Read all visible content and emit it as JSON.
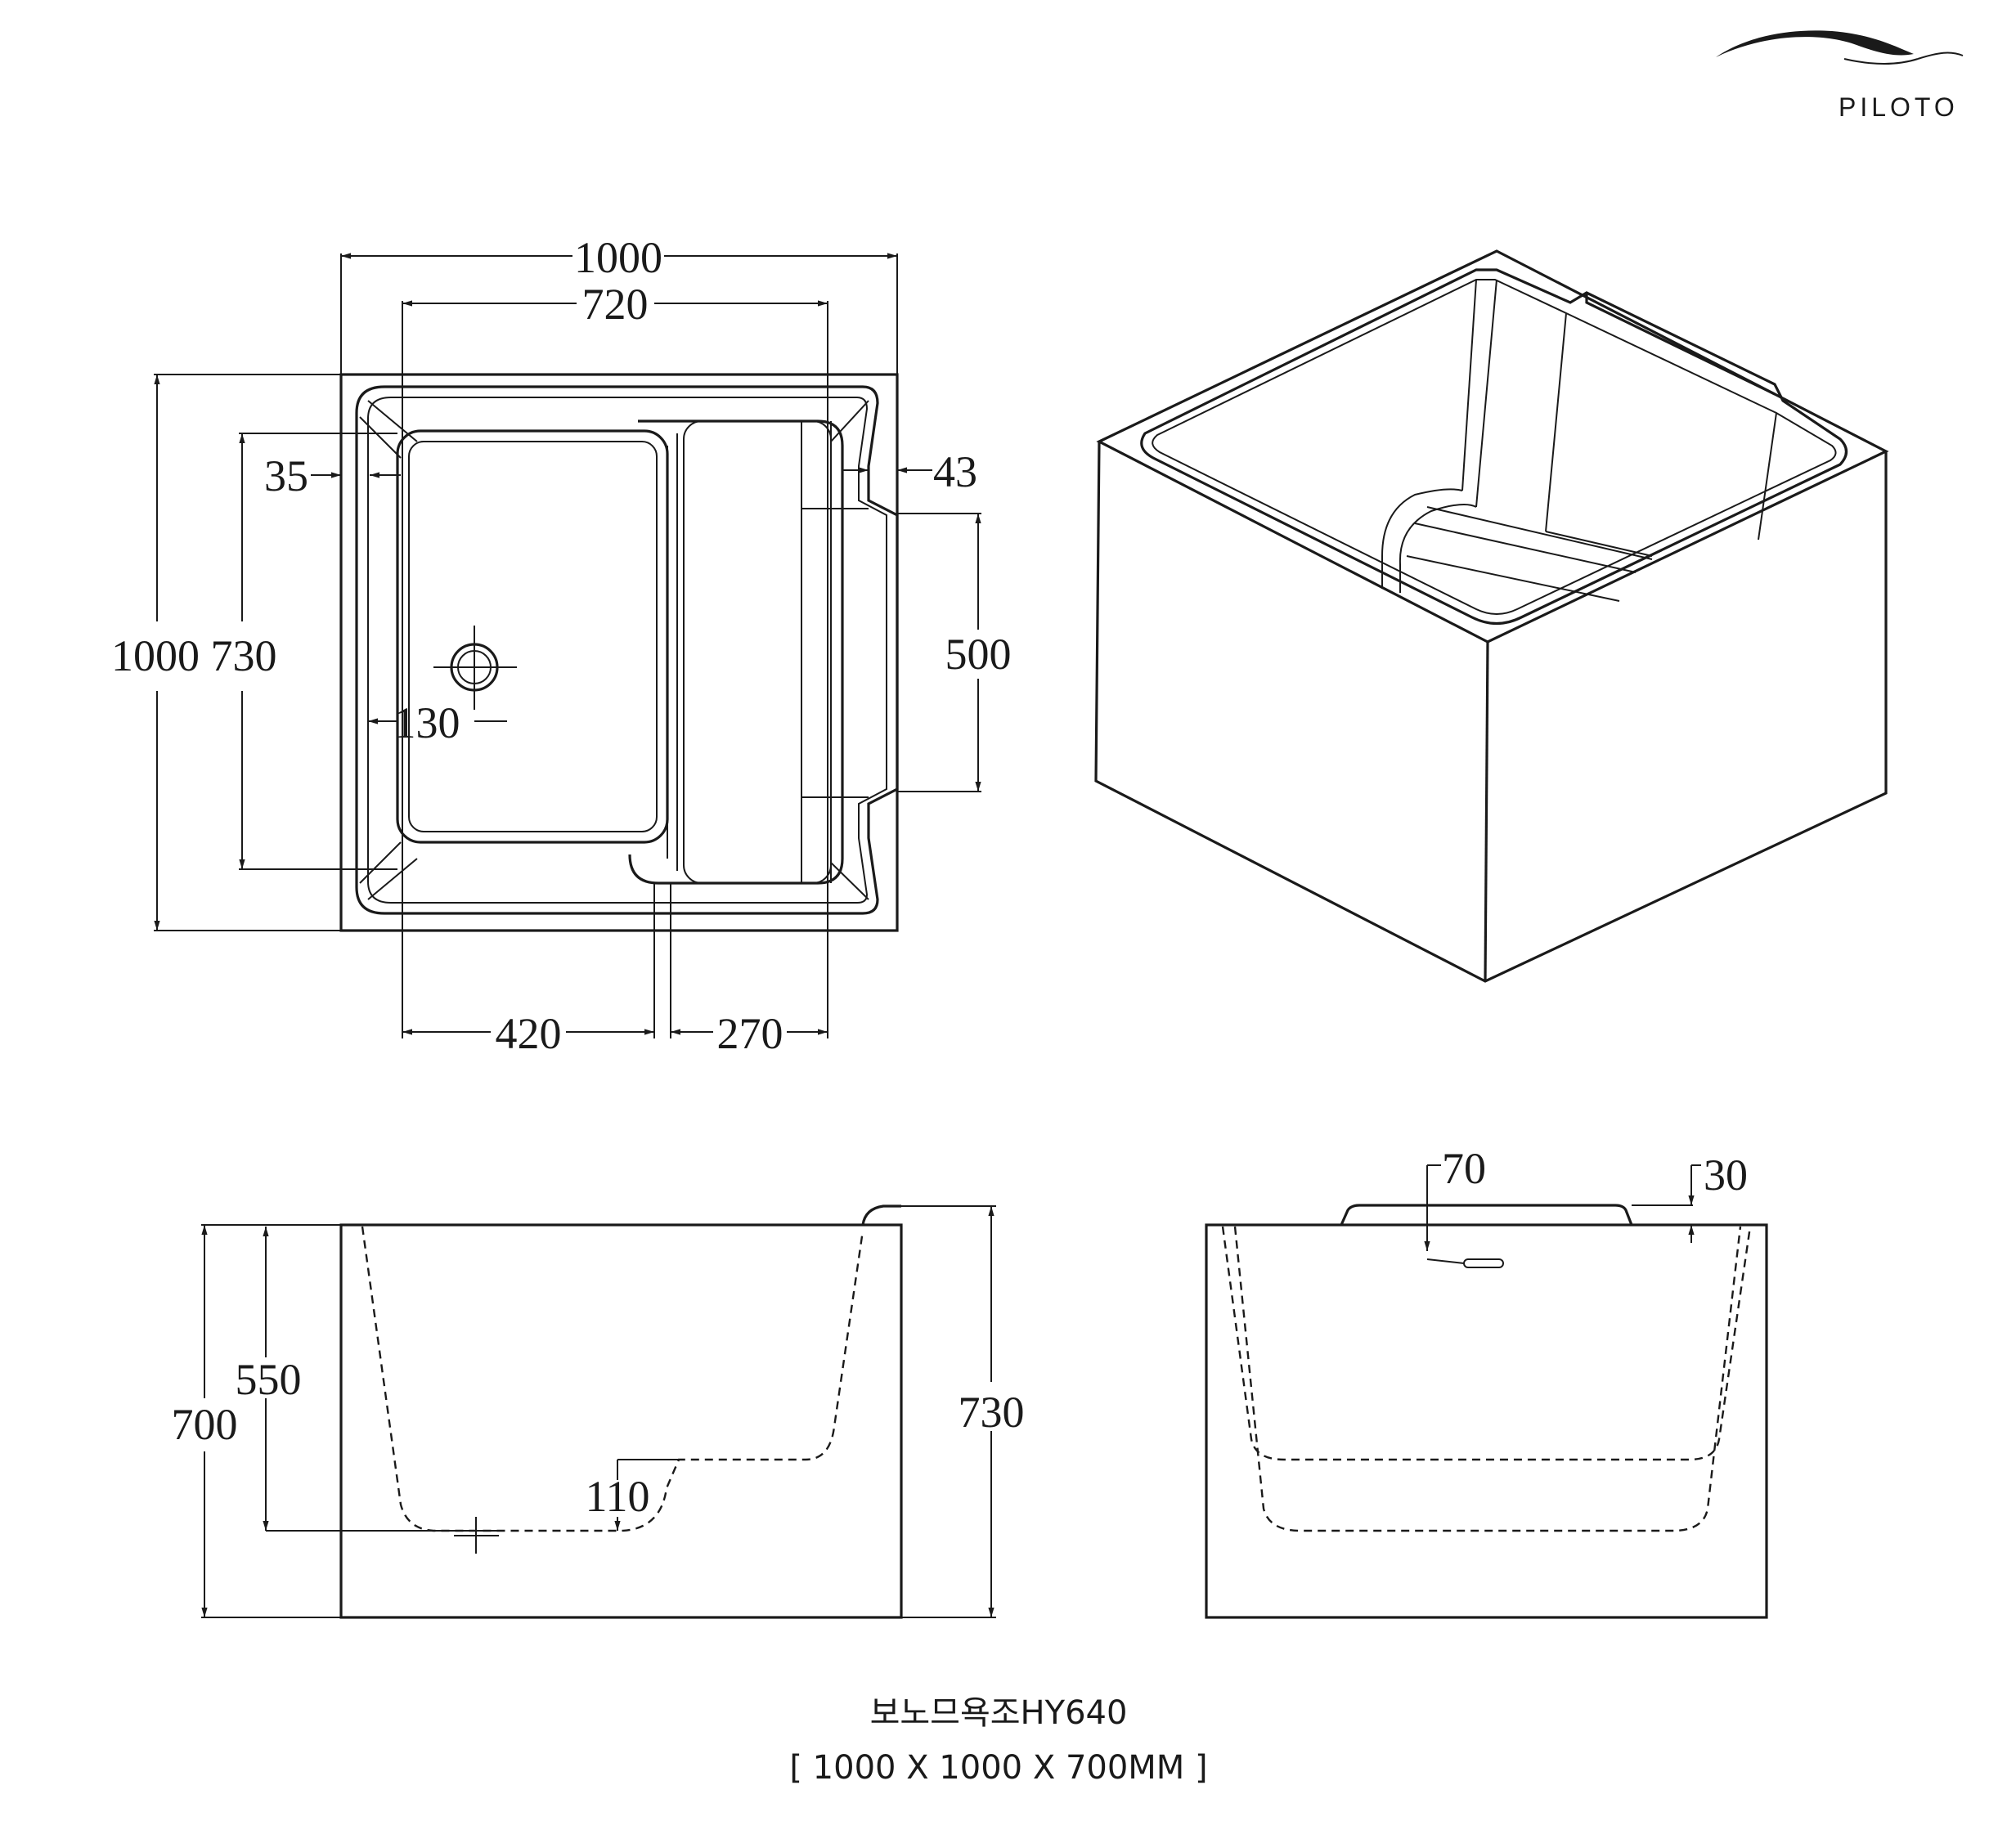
{
  "brand": {
    "name": "PILOTO"
  },
  "caption": {
    "title": "보노므욕조HY640",
    "size": "[ 1000 X 1000 X 700MM ]"
  },
  "top_view": {
    "width": "1000",
    "inner_width": "720",
    "depth": "1000",
    "inner_depth": "730",
    "rim": "35",
    "step_offset": "43",
    "step_length": "500",
    "drain_offset": "130",
    "bath_zone": "420",
    "seat_zone": "270"
  },
  "side_view": {
    "height": "700",
    "water_depth": "550",
    "seat_height": "110",
    "overall_height": "730"
  },
  "front_view": {
    "headrest_width": "70",
    "headrest_height": "30"
  }
}
